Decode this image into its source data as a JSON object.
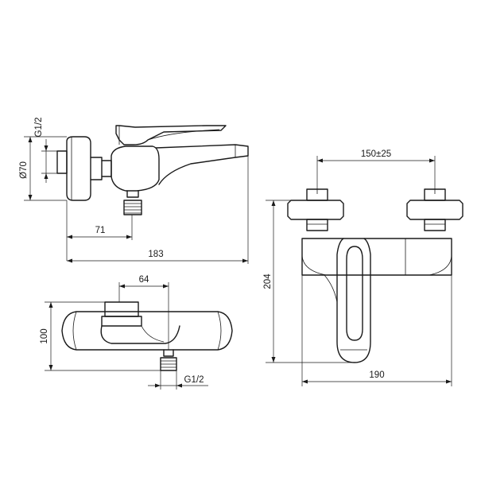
{
  "dimensions": {
    "thread_side": "G1/2",
    "body_diameter": "Ø70",
    "outlet_offset": "71",
    "total_depth": "183",
    "center_distance": "150±25",
    "height": "204",
    "total_width": "190",
    "plan_offset": "64",
    "plan_depth": "100",
    "thread_bottom": "G1/2"
  }
}
